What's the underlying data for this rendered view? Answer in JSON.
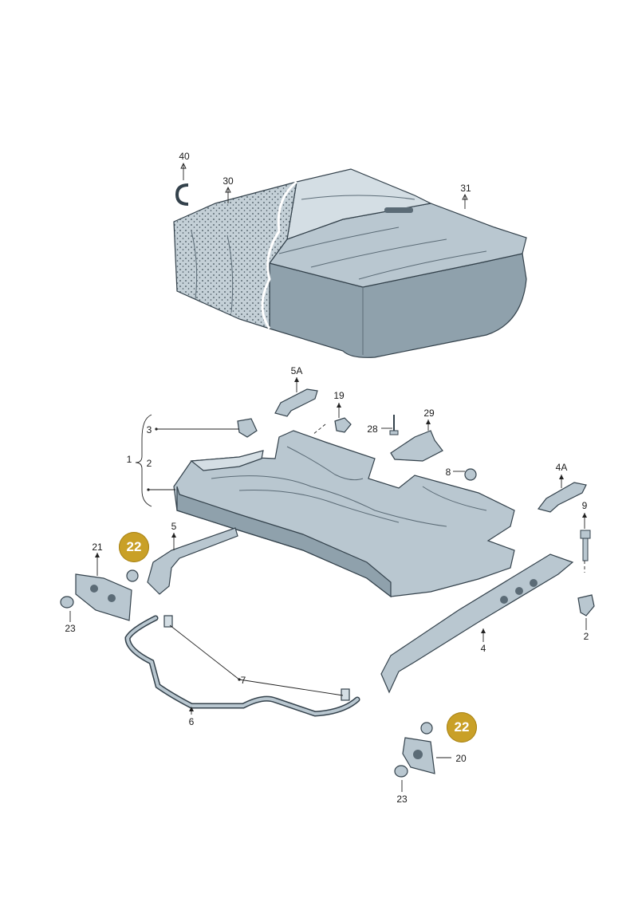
{
  "labels": {
    "l40": "40",
    "l30": "30",
    "l31": "31",
    "l5A": "5A",
    "l19": "19",
    "l28": "28",
    "l29": "29",
    "l3": "3",
    "l1": "1",
    "l2a": "2",
    "l8": "8",
    "l4A": "4A",
    "l9": "9",
    "l5": "5",
    "l21": "21",
    "l23a": "23",
    "l2b": "2",
    "l4": "4",
    "l7": "7",
    "l6": "6",
    "l20": "20",
    "l23b": "23"
  },
  "highlights": {
    "h1": "22",
    "h2": "22"
  },
  "colors": {
    "highlight": "#c9a027",
    "part": "#b9c7d0",
    "outline": "#33414b"
  },
  "icons": {
    "clip_40": "c-clip-icon"
  }
}
